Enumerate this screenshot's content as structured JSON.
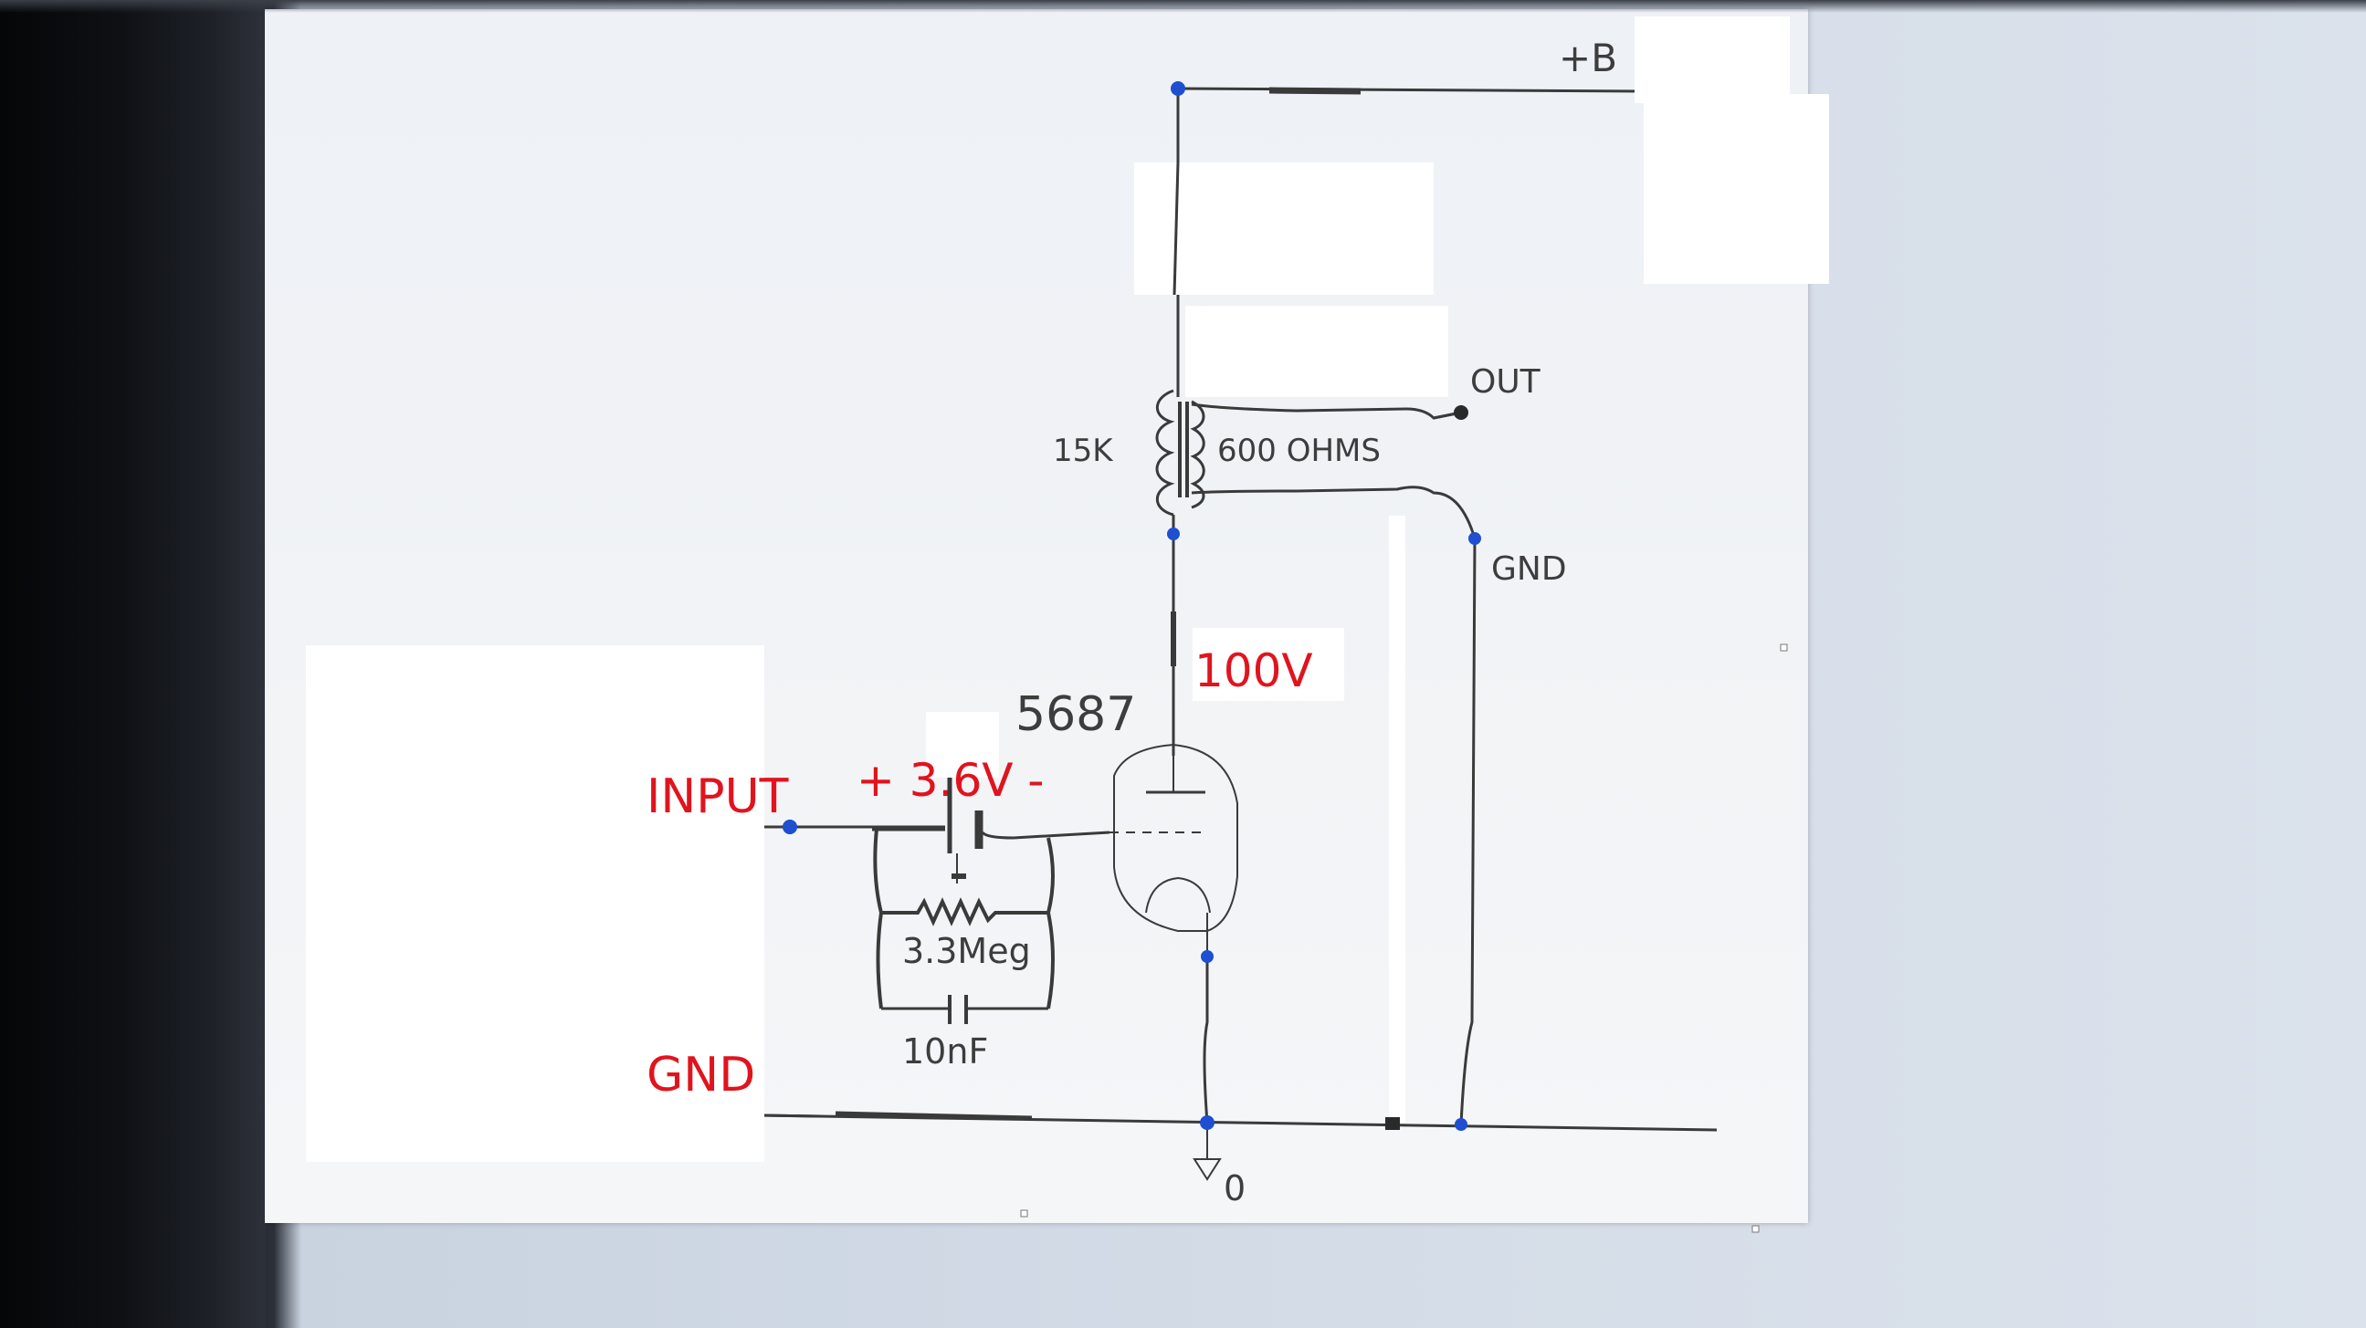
{
  "diagram": {
    "supply_label": "+B",
    "primary_resistance_label": "15K",
    "secondary_impedance_label": "600 OHMS",
    "out_label": "OUT",
    "out_gnd_label": "GND",
    "tube_label": "5687",
    "plate_voltage_label": "100V",
    "input_label": "INPUT",
    "bias_voltage_label": "+ 3.6V -",
    "resistor_label": "3.3Meg",
    "capacitor_label": "10nF",
    "input_gnd_label": "GND",
    "ground_node_label": "0"
  },
  "colors": {
    "wire": "#3a3a3a",
    "node": "#1f4fd1",
    "red_label": "#e0141e"
  }
}
